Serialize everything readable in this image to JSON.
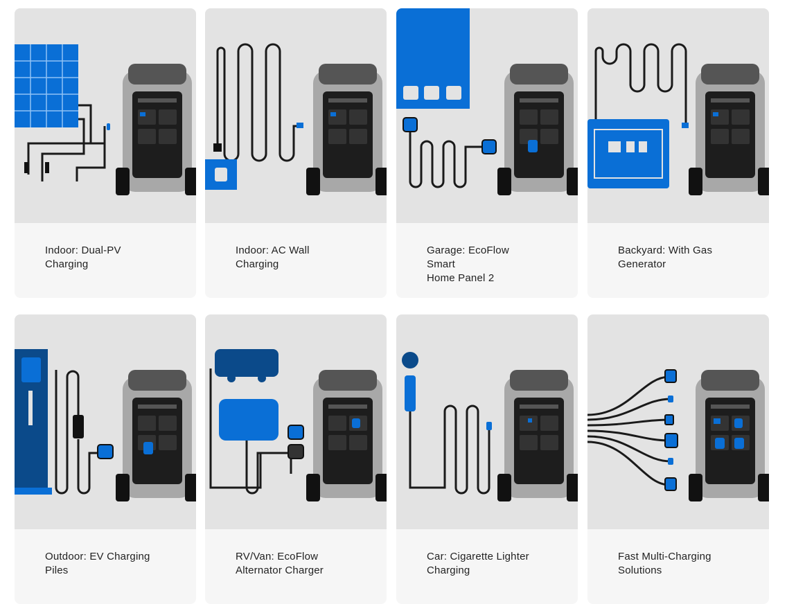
{
  "cards": [
    {
      "lines": [
        "Indoor: Dual-PV",
        "Charging"
      ],
      "illustration": "solar-panel-icon"
    },
    {
      "lines": [
        "Indoor: AC Wall",
        "Charging"
      ],
      "illustration": "wall-outlet-icon"
    },
    {
      "lines": [
        "Garage: EcoFlow",
        "Smart",
        "Home Panel 2"
      ],
      "illustration": "home-panel-icon"
    },
    {
      "lines": [
        "Backyard: With Gas",
        "Generator"
      ],
      "illustration": "gas-generator-icon"
    },
    {
      "lines": [
        "Outdoor: EV Charging",
        "Piles"
      ],
      "illustration": "ev-charger-icon"
    },
    {
      "lines": [
        "RV/Van: EcoFlow",
        "Alternator Charger"
      ],
      "illustration": "rv-van-icon"
    },
    {
      "lines": [
        "Car: Cigarette Lighter",
        "Charging"
      ],
      "illustration": "car-lighter-icon"
    },
    {
      "lines": [
        "Fast Multi-Charging",
        "Solutions"
      ],
      "illustration": "multi-cable-icon"
    }
  ],
  "colors": {
    "card_bg": "#f6f6f6",
    "media_bg": "#e3e3e3",
    "accent_blue": "#0a6fd6",
    "cable": "#1a1a1a",
    "station_gray": "#9a9a9a"
  }
}
